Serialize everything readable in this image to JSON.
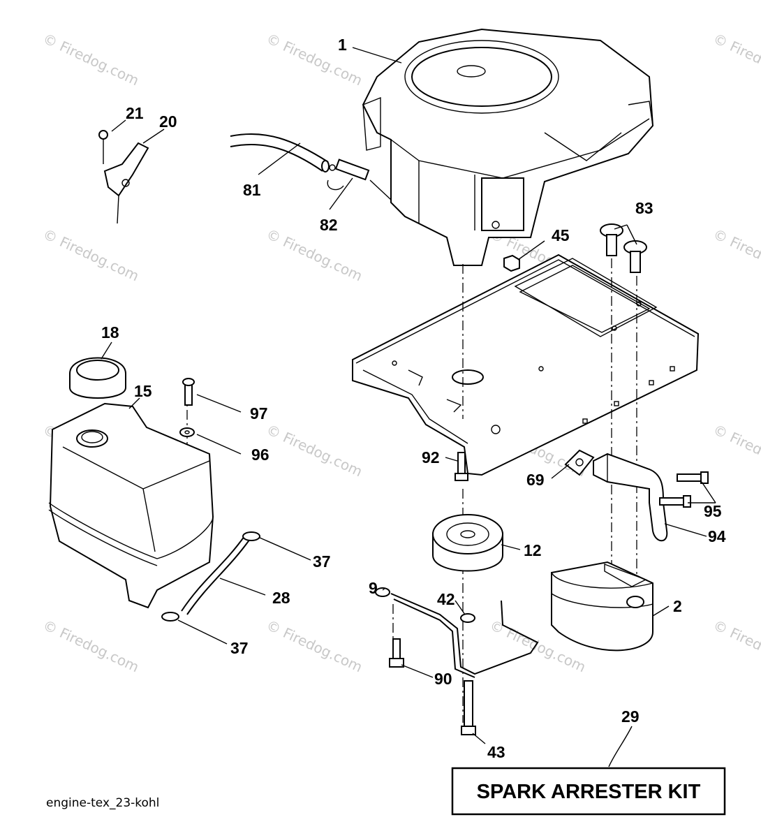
{
  "watermark": "© Firedog.com",
  "footer": "engine-tex_23-kohl",
  "kit_label": "SPARK ARRESTER KIT",
  "callouts": [
    "1",
    "21",
    "20",
    "81",
    "82",
    "83",
    "45",
    "18",
    "15",
    "97",
    "96",
    "92",
    "69",
    "95",
    "12",
    "94",
    "37",
    "28",
    "9",
    "42",
    "2",
    "90",
    "37",
    "29",
    "43"
  ]
}
